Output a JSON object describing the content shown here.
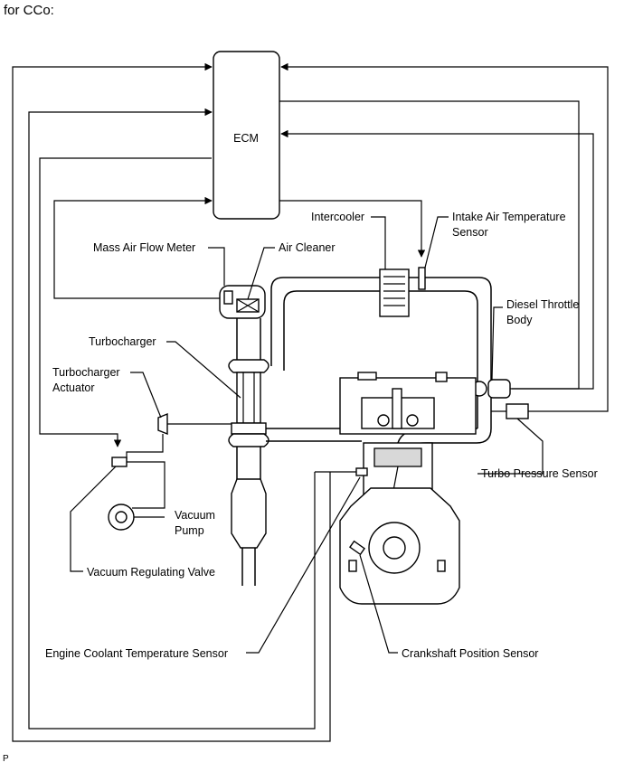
{
  "caption": "for CCo:",
  "footer": "P",
  "ecm_label": "ECM",
  "labels": {
    "intercooler": "Intercooler",
    "iat_line1": "Intake Air Temperature",
    "iat_line2": "Sensor",
    "maf": "Mass Air Flow Meter",
    "air_cleaner": "Air Cleaner",
    "throttle_line1": "Diesel Throttle",
    "throttle_line2": "Body",
    "turbocharger": "Turbocharger",
    "turbo_actuator_line1": "Turbocharger",
    "turbo_actuator_line2": "Actuator",
    "turbo_pressure": "Turbo Pressure Sensor",
    "vacuum_pump_line1": "Vacuum",
    "vacuum_pump_line2": "Pump",
    "vacuum_valve": "Vacuum Regulating Valve",
    "coolant_temp": "Engine Coolant Temperature Sensor",
    "crankshaft": "Crankshaft Position Sensor"
  }
}
